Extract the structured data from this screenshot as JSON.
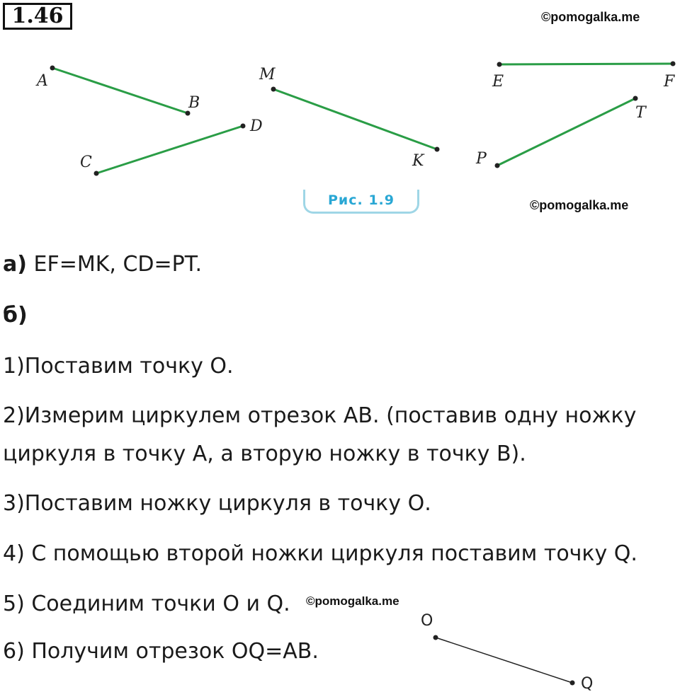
{
  "header": {
    "task_number": "1.46",
    "watermark_top": "©pomogalka.me"
  },
  "figure": {
    "points": [
      "A",
      "B",
      "C",
      "D",
      "M",
      "K",
      "E",
      "F",
      "P",
      "T"
    ],
    "caption": "Рис.  1.9",
    "watermark": "©pomogalka.me",
    "segment_color": "#2a9d46"
  },
  "answer": {
    "part_a_label": "а)",
    "part_a_text": " EF=MK, CD=PT.",
    "part_b_label": "б)",
    "steps": [
      "1)Поставим точку О.",
      "2)Измерим циркулем отрезок АВ. (поставив одну ножку",
      "циркуля в точку А, а вторую ножку в точку В).",
      "3)Поставим ножку циркуля в точку О.",
      "4) С помощью второй ножки циркуля поставим точку Q.",
      "5) Соединим точки О и Q.",
      "6) Получим отрезок ОQ=АВ."
    ],
    "watermark_inline": "©pomogalka.me"
  },
  "small_figure": {
    "labels": [
      "O",
      "Q"
    ]
  }
}
